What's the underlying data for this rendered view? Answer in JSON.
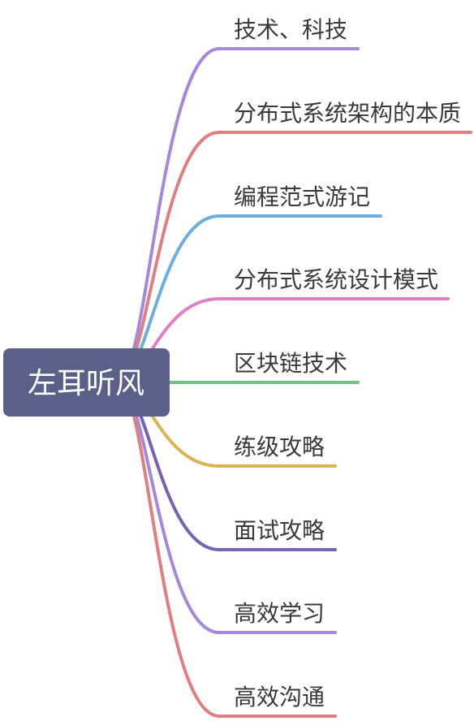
{
  "root": {
    "label": "左耳听风",
    "color": "#5a6087",
    "text_color": "#ffffff"
  },
  "branches": [
    {
      "label": "技术、科技",
      "color": "#a488dc"
    },
    {
      "label": "分布式系统架构的本质",
      "color": "#df7f7f"
    },
    {
      "label": "编程范式游记",
      "color": "#6aafe0"
    },
    {
      "label": "分布式系统设计模式",
      "color": "#df7fc4"
    },
    {
      "label": "区块链技术",
      "color": "#76c086"
    },
    {
      "label": "练级攻略",
      "color": "#dcb451"
    },
    {
      "label": "面试攻略",
      "color": "#7762b6"
    },
    {
      "label": "高效学习",
      "color": "#a488dc"
    },
    {
      "label": "高效沟通",
      "color": "#df7f7f"
    }
  ]
}
